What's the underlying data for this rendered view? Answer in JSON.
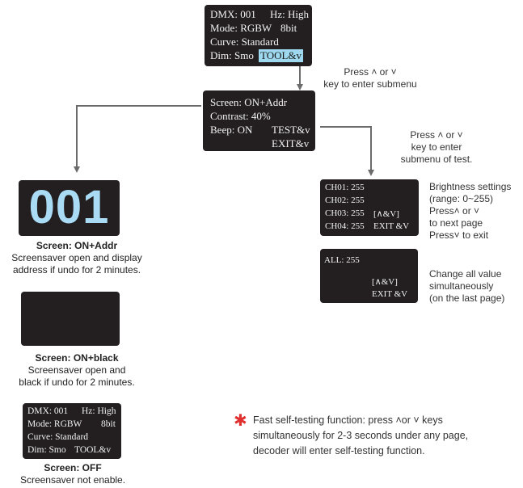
{
  "main_screen": {
    "dmx": "DMX: 001",
    "hz": "Hz: High",
    "mode": "Mode: RGBW",
    "bits": "8bit",
    "curve": "Curve: Standard",
    "dim": "Dim: Smo",
    "tool": "TOOL&v"
  },
  "note_submenu": [
    "Press ˄ or ˅",
    "key to enter submenu"
  ],
  "sub_screen": {
    "screen": "Screen: ON+Addr",
    "contrast": "Contrast: 40%",
    "beep": "Beep: ON",
    "test": "TEST&v",
    "exit": "EXIT&v"
  },
  "note_test": [
    "Press ˄ or ˅",
    "key to enter",
    "submenu of test."
  ],
  "addr_screen": {
    "digits": "001"
  },
  "caption_addr": {
    "title": "Screen: ON+Addr",
    "lines": [
      "Screensaver open and display",
      "address if undo for 2 minutes."
    ]
  },
  "caption_black": {
    "title": "Screen: ON+black",
    "lines": [
      "Screensaver open and",
      "black if undo for 2 minutes."
    ]
  },
  "off_screen": {
    "dmx": "DMX: 001",
    "hz": "Hz: High",
    "mode": "Mode: RGBW",
    "bits": "8bit",
    "curve": "Curve: Standard",
    "dim": "Dim: Smo",
    "tool": "TOOL&v"
  },
  "caption_off": {
    "title": "Screen: OFF",
    "lines": [
      "Screensaver not enable."
    ]
  },
  "ch_screen": {
    "ch01": "CH01: 255",
    "ch02": "CH02: 255",
    "ch03": "CH03: 255",
    "nav": "[∧&V]",
    "ch04": "CH04: 255",
    "exit": "EXIT &V"
  },
  "note_brightness": [
    "Brightness settings",
    "(range: 0~255)",
    "Press˄ or ˅",
    "to next page",
    "Press˅ to exit"
  ],
  "all_screen": {
    "all": "ALL: 255",
    "nav": "[∧&V]",
    "exit": "EXIT &V"
  },
  "note_all": [
    "Change all value",
    "simultaneously",
    "(on the last page)"
  ],
  "footnote": {
    "star": "✱",
    "lines": [
      "Fast self-testing function: press ˄or ˅ keys",
      "simultaneously for 2-3 seconds under any page,",
      "decoder will enter self-testing function."
    ]
  }
}
